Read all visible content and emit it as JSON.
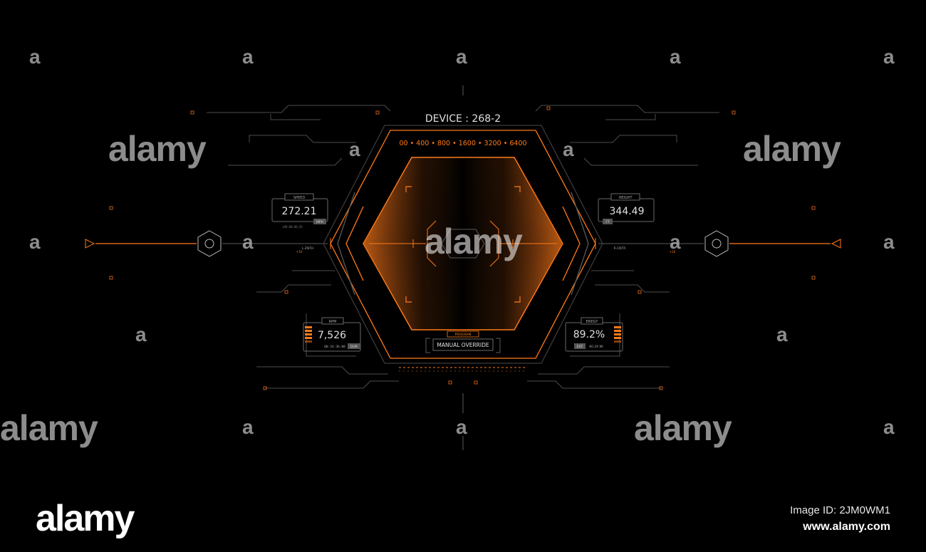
{
  "device": {
    "title": "DEVICE : 268-2"
  },
  "scale": {
    "ticks": "00 • 400 • 800 • 1600 • 3200 • 6400"
  },
  "center": {
    "program_label": "PROGRAM",
    "override_button": "MANUAL OVERRIDE"
  },
  "readouts": {
    "speed": {
      "label": "SPEED",
      "value": "272.21",
      "unit": "MPH",
      "sub": "+00:00:00_05"
    },
    "height": {
      "label": "HEIGHT",
      "value": "344.49",
      "unit": "FT"
    },
    "rpm": {
      "label": "RPM",
      "value": "7,526",
      "time": "00:24:36:08",
      "tag": "DUR"
    },
    "energy": {
      "label": "ENEGY",
      "value": "89.2%",
      "tag": "EST",
      "distance": "80.26 MI"
    }
  },
  "side_labels": {
    "left": "L.ZNTH",
    "right": "R.CNTR",
    "left_mark": "+10",
    "right_mark": "+10"
  },
  "colors": {
    "accent": "#ff7a1a",
    "line": "#5a5a5a",
    "text": "#d8d8d8",
    "background": "#000000"
  },
  "watermark": {
    "word": "alamy",
    "letter": "a",
    "image_id": "Image ID: 2JM0WM1",
    "url": "www.alamy.com"
  }
}
